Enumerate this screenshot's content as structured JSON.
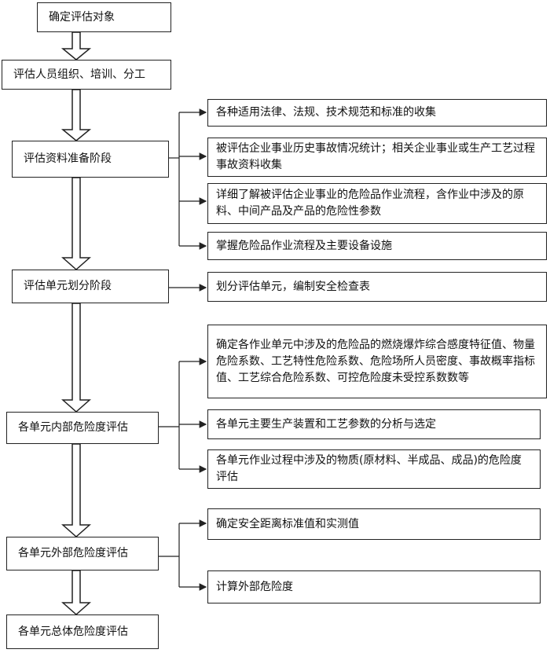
{
  "steps": [
    "确定评估对象",
    "评估人员组织、培训、分工",
    "评估资料准备阶段",
    "评估单元划分阶段",
    "各单元内部危险度评估",
    "各单元外部危险度评估",
    "各单元总体危险度评估"
  ],
  "branches": {
    "prep": [
      "各种适用法律、法规、技术规范和标准的收集",
      "被评估企业事业历史事故情况统计；相关企业事业或生产工艺过程事故资料收集",
      "详细了解被评估企业事业的危险品作业流程，含作业中涉及的原料、中间产品及产品的危险性参数",
      "掌握危险品作业流程及主要设备设施"
    ],
    "division": [
      "划分评估单元，编制安全检查表"
    ],
    "internal": [
      "确定各作业单元中涉及的危险品的燃烧爆炸综合感度特征值、物量危险系数、工艺特性危险系数、危险场所人员密度、事故概率指标值、工艺综合危险系数、可控危险度未受控系数数等",
      "各单元主要生产装置和工艺参数的分析与选定",
      "各单元作业过程中涉及的物质(原材料、半成品、成品)的危险度评估"
    ],
    "external": [
      "确定安全距离标准值和实测值",
      "计算外部危险度"
    ]
  }
}
